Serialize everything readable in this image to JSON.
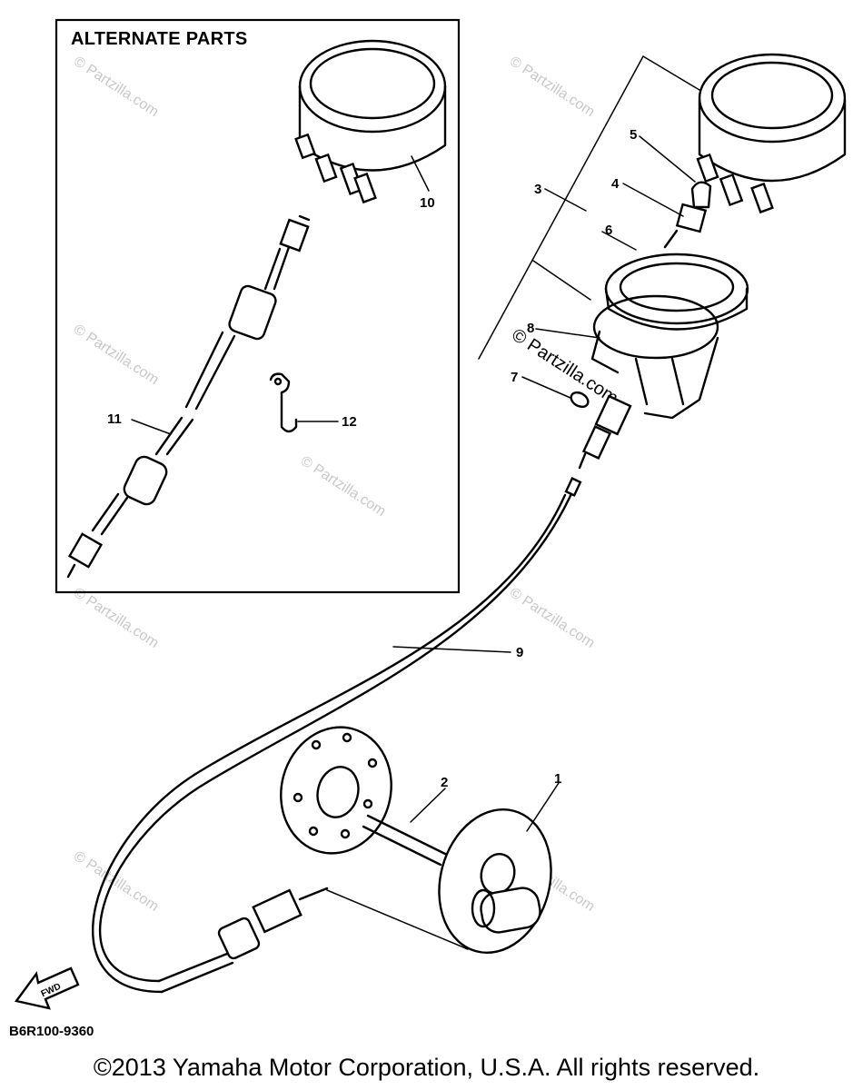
{
  "alternate_box": {
    "title": "ALTERNATE PARTS"
  },
  "callouts": {
    "c1": "1",
    "c2": "2",
    "c3": "3",
    "c4": "4",
    "c5": "5",
    "c6": "6",
    "c7": "7",
    "c8": "8",
    "c9": "9",
    "c10": "10",
    "c11": "11",
    "c12": "12"
  },
  "watermarks": {
    "w1": "© Partzilla.com",
    "w2": "© Partzilla.com",
    "w3": "© Partzilla.com",
    "w4": "© Partzilla.com",
    "w5": "© Partzilla.com",
    "w6": "© Partzilla.com",
    "w7": "© Partzilla.com",
    "w8": "© Partzilla.com",
    "w9": "© Partzilla.com"
  },
  "fwd_badge": "FWD",
  "diagram_code": "B6R100-9360",
  "copyright": "©2013 Yamaha Motor Corporation, U.S.A. All rights reserved.",
  "colors": {
    "ink": "#000000",
    "watermark": "#c8c8c8",
    "background": "#ffffff"
  }
}
